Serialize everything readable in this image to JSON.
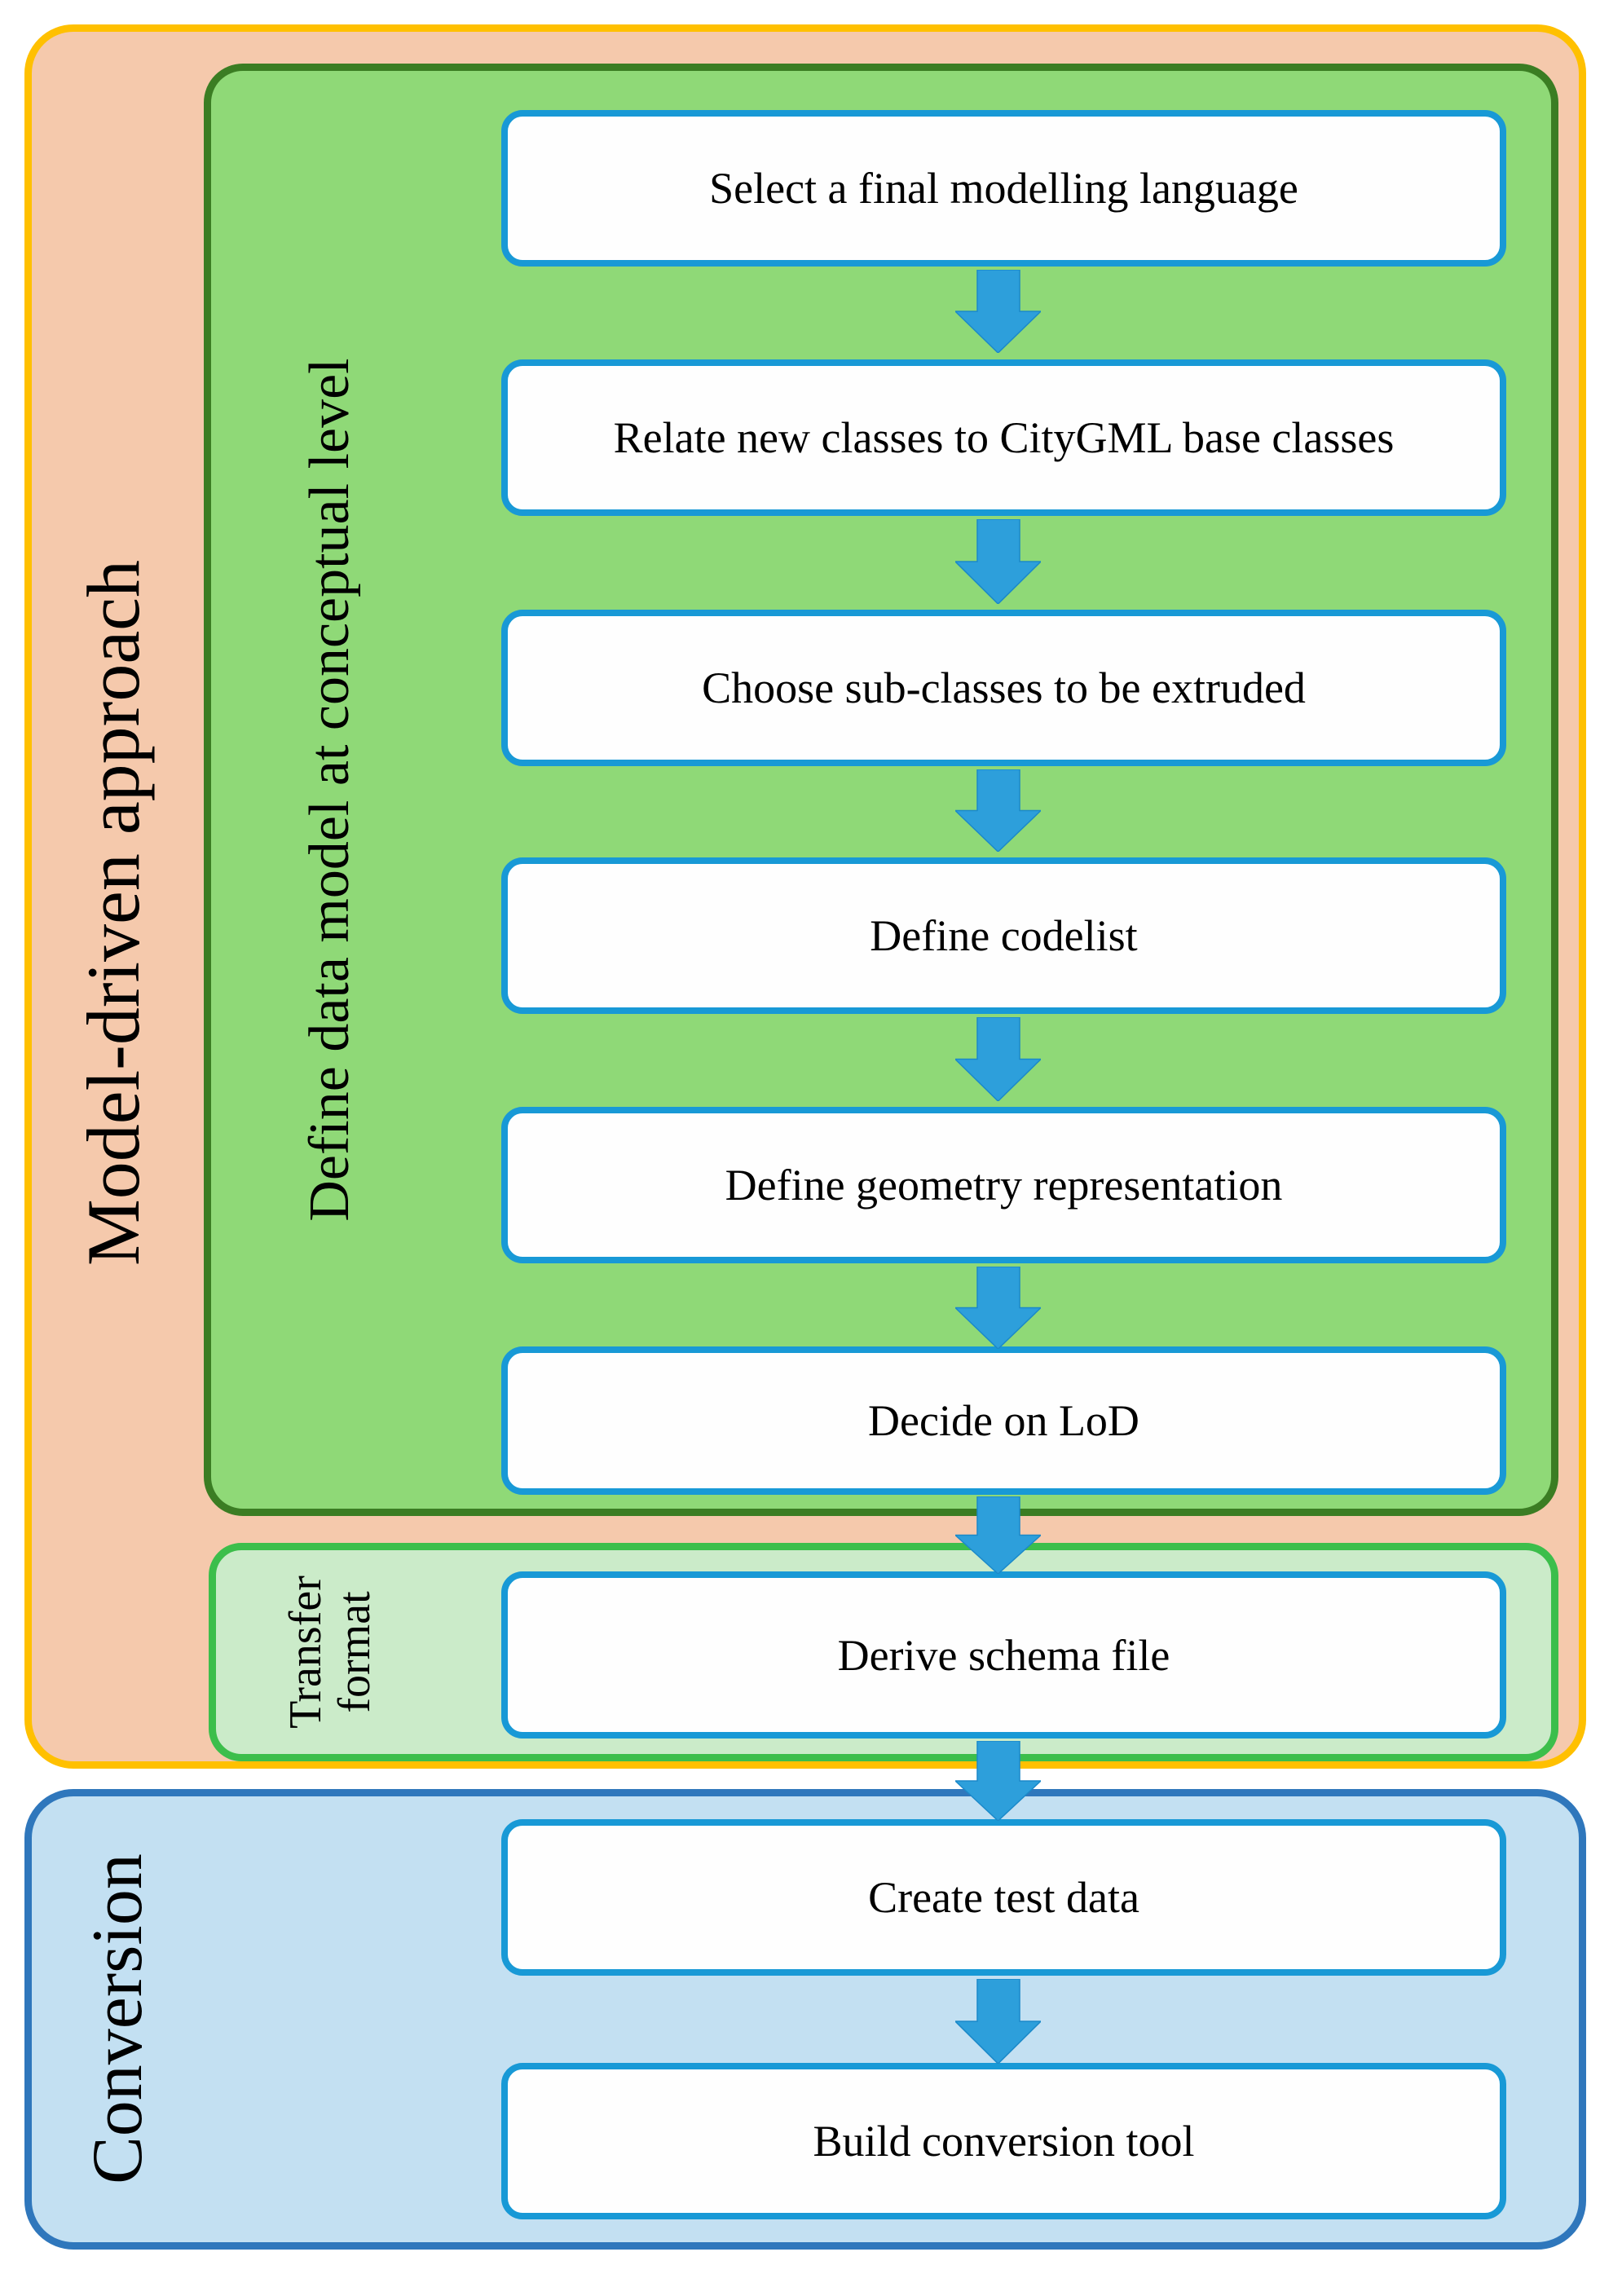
{
  "diagram": {
    "title": "CityGML extension workflow flowchart",
    "sections": {
      "model_driven": {
        "label": "Model-driven approach"
      },
      "conceptual": {
        "label": "Define data model at conceptual level"
      },
      "transfer": {
        "label_line1": "Transfer",
        "label_line2": "format"
      },
      "conversion": {
        "label": "Conversion"
      }
    },
    "steps": [
      {
        "label": "Select a final modelling language"
      },
      {
        "label": "Relate new classes to CityGML base classes"
      },
      {
        "label": "Choose sub-classes to be extruded"
      },
      {
        "label": "Define codelist"
      },
      {
        "label": "Define geometry representation"
      },
      {
        "label": "Decide on LoD"
      },
      {
        "label": "Derive schema file"
      },
      {
        "label": "Create test data"
      },
      {
        "label": "Build conversion tool"
      }
    ],
    "palette": {
      "outer_fill": "#F5C9AC",
      "outer_border": "#FFC000",
      "conceptual_fill": "#8FD977",
      "conceptual_border": "#3B7D23",
      "transfer_fill": "#CBEBC9",
      "transfer_border": "#3CBE4B",
      "conversion_fill": "#C3E0F2",
      "conversion_border": "#2F77BC",
      "step_box_border": "#1899D6",
      "step_box_fill": "#FEFEFE",
      "arrow_fill": "#2D9FDB",
      "arrow_edge": "#1B89C9",
      "text_color": "#000000"
    }
  }
}
